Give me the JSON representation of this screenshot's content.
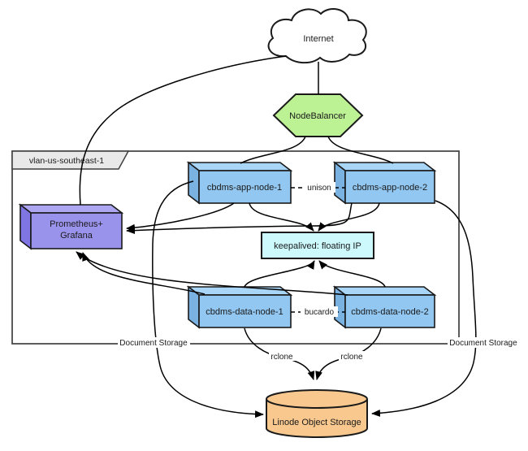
{
  "diagram": {
    "nodes": {
      "internet": {
        "label": "Internet"
      },
      "nodebalancer": {
        "label": "NodeBalancer"
      },
      "vlan": {
        "label": "vlan-us-southeast-1"
      },
      "app_node_1": {
        "label": "cbdms-app-node-1"
      },
      "app_node_2": {
        "label": "cbdms-app-node-2"
      },
      "prometheus_grafana": {
        "label_line1": "Prometheus+",
        "label_line2": "Grafana"
      },
      "keepalived": {
        "label": "keepalived: floating IP"
      },
      "data_node_1": {
        "label": "cbdms-data-node-1"
      },
      "data_node_2": {
        "label": "cbdms-data-node-2"
      },
      "object_storage": {
        "label": "Linode Object Storage"
      }
    },
    "edge_labels": {
      "unison": "unison",
      "bucardo": "bucardo",
      "rclone_left": "rclone",
      "rclone_right": "rclone",
      "document_storage_left": "Document Storage",
      "document_storage_right": "Document Storage"
    },
    "colors": {
      "node_blue": "#92c7f1",
      "node_blue_top": "#a9d5f6",
      "node_blue_side": "#7ab2e2",
      "node_purple": "#9a93ec",
      "node_purple_top": "#ada7f1",
      "node_purple_side": "#7f76e4",
      "nodebalancer_green": "#bdf294",
      "keepalived_cyan": "#cdf9fd",
      "storage_orange": "#f8c88e",
      "vlan_tab_gray": "#e9e9e9"
    }
  }
}
